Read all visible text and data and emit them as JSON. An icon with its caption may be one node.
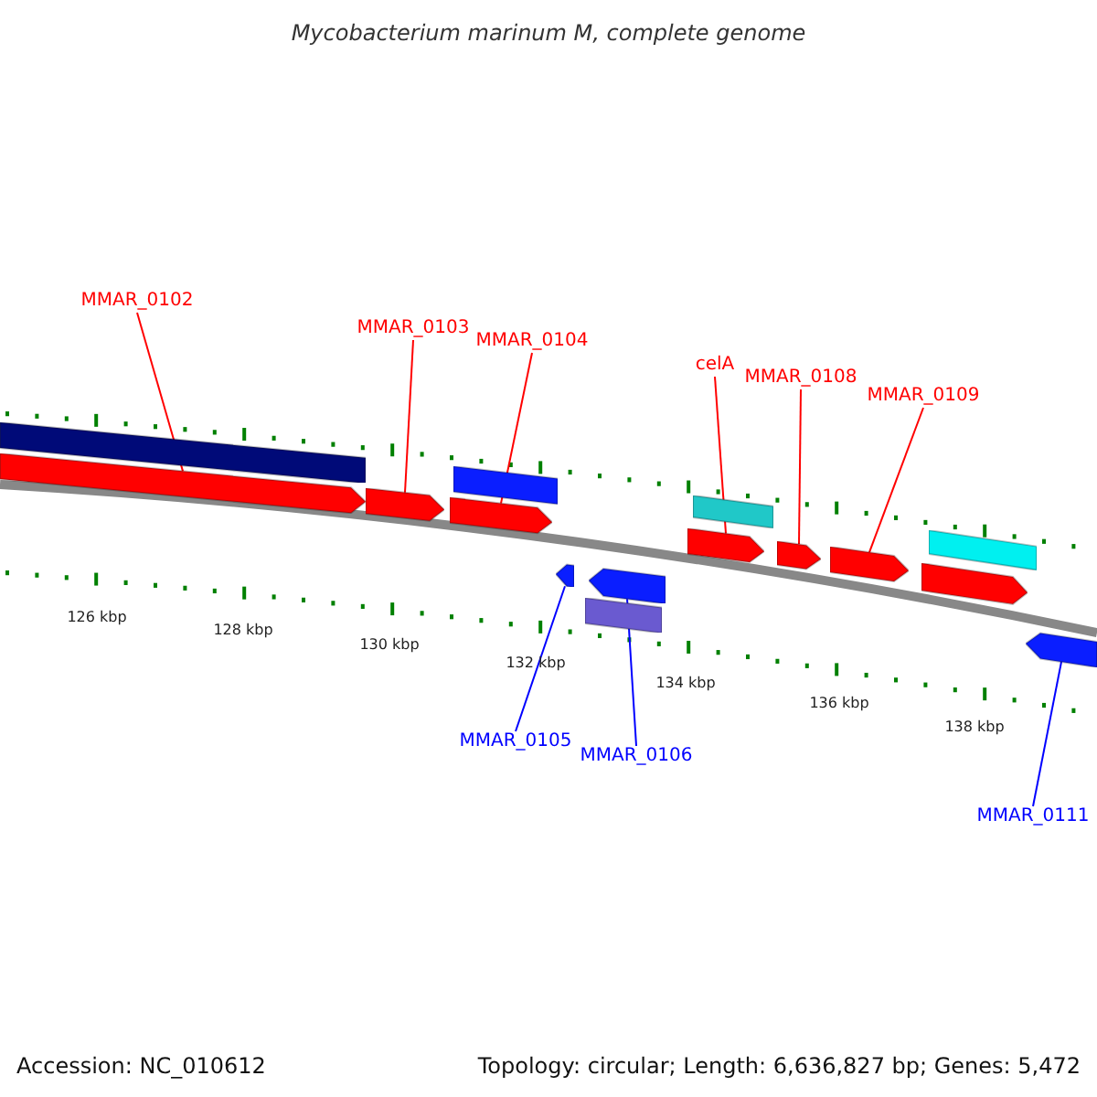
{
  "diagram": {
    "title": "Mycobacterium marinum M, complete genome",
    "nodes": [
      {
        "text": [],
        "shape": "bar"
      },
      {
        "text": [],
        "shape": "pentagon"
      },
      {
        "text": [],
        "shape": "pentagon"
      },
      {
        "text": [],
        "shape": "bar"
      },
      {
        "text": [],
        "shape": "pentagon"
      },
      {
        "text": [],
        "shape": "pentagon"
      },
      {
        "text": [],
        "shape": "pentagon"
      },
      {
        "text": [],
        "shape": "bar"
      },
      {
        "text": [],
        "shape": "bar"
      },
      {
        "text": [],
        "shape": "pentagon"
      },
      {
        "text": [],
        "shape": "pentagon"
      },
      {
        "text": [],
        "shape": "pentagon"
      },
      {
        "text": [],
        "shape": "bar"
      },
      {
        "text": [],
        "shape": "pentagon"
      },
      {
        "text": [],
        "shape": "pentagon"
      },
      {
        "text": [
          "MMAR_0102"
        ]
      },
      {
        "text": [
          "MMAR_0103"
        ]
      },
      {
        "text": [
          "MMAR_0104"
        ]
      },
      {
        "text": [
          "celA"
        ]
      },
      {
        "text": [
          "MMAR_0108"
        ]
      },
      {
        "text": [
          "MMAR_0109"
        ]
      },
      {
        "text": [
          "MMAR_0105"
        ]
      },
      {
        "text": [
          "MMAR_0106"
        ]
      },
      {
        "text": [
          "MMAR_0111"
        ]
      }
    ],
    "edges": [
      {
        "from": 15,
        "to": 1,
        "arrow": "none"
      },
      {
        "from": 16,
        "to": 2,
        "arrow": "none"
      },
      {
        "from": 17,
        "to": 4,
        "arrow": "none"
      },
      {
        "from": 18,
        "to": 9,
        "arrow": "none"
      },
      {
        "from": 19,
        "to": 10,
        "arrow": "none"
      },
      {
        "from": 20,
        "to": 11,
        "arrow": "none"
      },
      {
        "from": 21,
        "to": 5,
        "arrow": "none",
        "color": "#0000ff"
      },
      {
        "from": 22,
        "to": 6,
        "arrow": "none",
        "color": "#0000ff"
      },
      {
        "from": 23,
        "to": 14,
        "arrow": "none",
        "color": "#0000ff"
      }
    ],
    "labels": [
      "126 kbp",
      "128 kbp",
      "130 kbp",
      "132 kbp",
      "134 kbp",
      "136 kbp",
      "138 kbp",
      "Accession: NC_010612",
      "Topology: circular; Length: 6,636,827 bp; Genes: 5,472"
    ]
  }
}
